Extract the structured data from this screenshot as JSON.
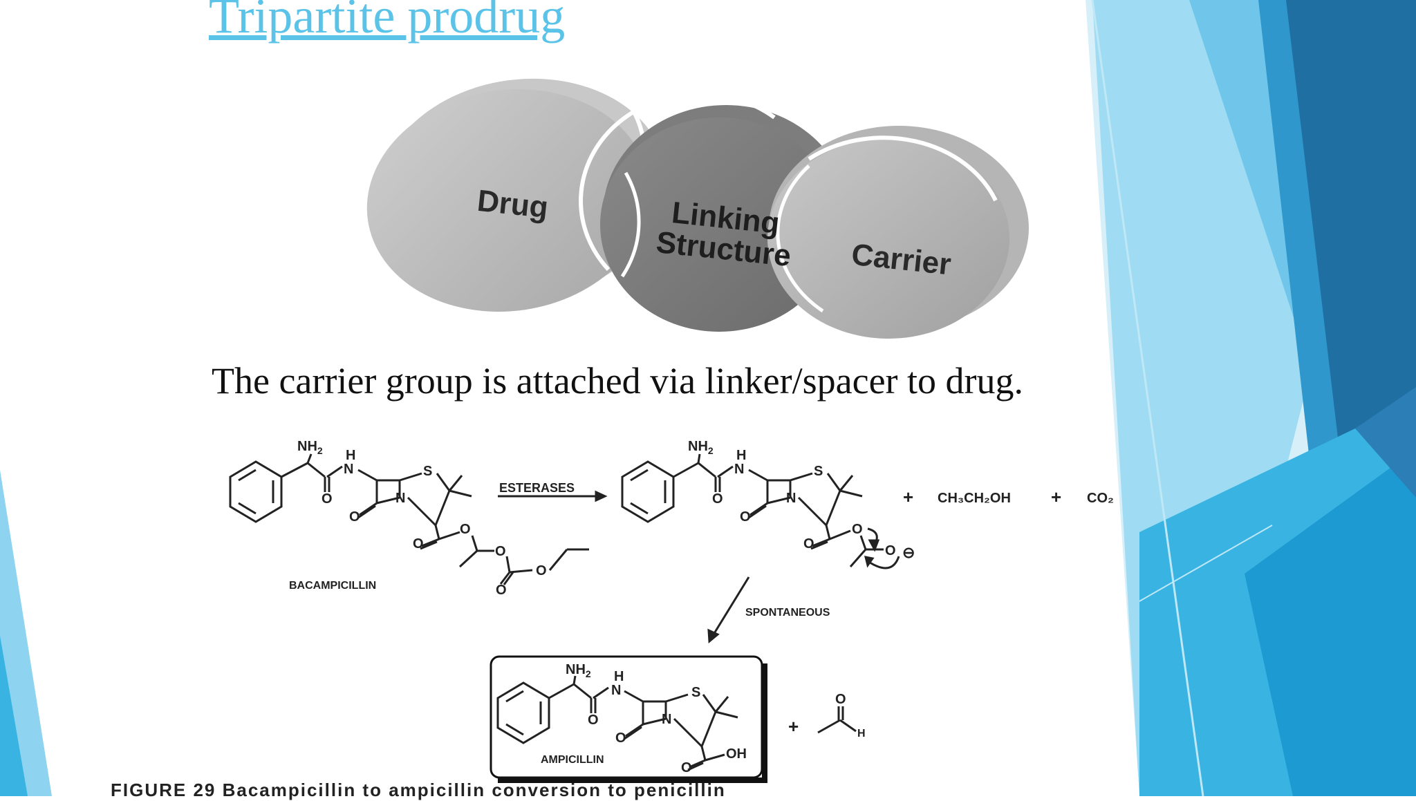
{
  "slide": {
    "title": "Tripartite prodrug",
    "caption": "The carrier group is attached via linker/spacer to drug.",
    "figure_caption": "FIGURE 29  Bacampicillin to ampicillin conversion to penicillin"
  },
  "venn": {
    "drug": "Drug",
    "linking_line1": "Linking",
    "linking_line2": "Structure",
    "carrier": "Carrier"
  },
  "scheme": {
    "nh2": "NH",
    "nh2_sub": "2",
    "h": "H",
    "n": "N",
    "s": "S",
    "o": "O",
    "oh": "OH",
    "esterases": "ESTERASES",
    "bacampicillin": "BACAMPICILLIN",
    "plus": "+",
    "ethanol": "CH₃CH₂OH",
    "co2": "CO₂",
    "spontaneous": "SPONTANEOUS",
    "ampicillin": "AMPICILLIN",
    "minus": "⊖"
  },
  "colors": {
    "title": "#5bc3e8",
    "stripe_light": "#7fd0ef",
    "stripe_mid": "#2fb0e0",
    "stripe_dark": "#1f6fa3"
  }
}
